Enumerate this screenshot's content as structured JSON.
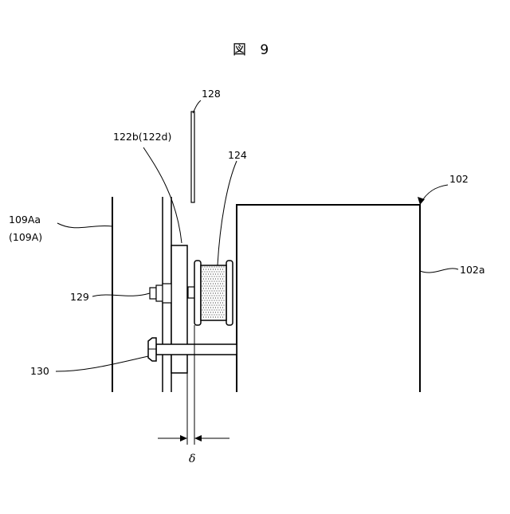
{
  "figure": {
    "title": "図 9"
  },
  "labels": {
    "l128": "128",
    "l122b": "122b(122d)",
    "l124": "124",
    "l102": "102",
    "l109Aa": "109Aa",
    "l109A": "(109A)",
    "l102a": "102a",
    "l129": "129",
    "l130": "130",
    "delta": "δ"
  }
}
